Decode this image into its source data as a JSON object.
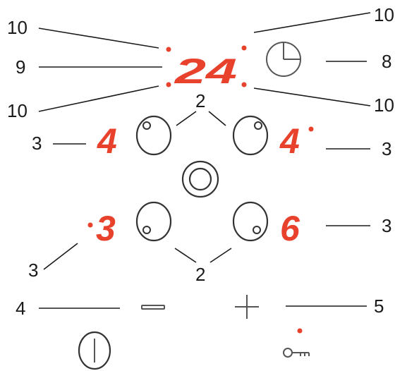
{
  "diagram": {
    "callouts": {
      "top_left_dot": "10",
      "timer_left": "9",
      "bottom_left_dot": "10",
      "top_right_dot": "10",
      "timer_button": "8",
      "bottom_right_dot": "10",
      "top_knobs": "2",
      "left_top_zone": "3",
      "right_top_zone": "3",
      "left_bottom_zone": "3",
      "right_bottom_zone": "3",
      "bottom_knobs": "2",
      "minus_button": "4",
      "plus_button": "5"
    },
    "displays": {
      "timer": "24",
      "zone_top_left": "4",
      "zone_top_right": "4",
      "zone_bottom_left": "3",
      "zone_bottom_right": "6"
    },
    "accent_color": "#e8412c",
    "icons": [
      "clock-icon",
      "power-icon",
      "key-lock-icon",
      "minus-icon",
      "plus-icon",
      "center-zone-icon"
    ]
  }
}
